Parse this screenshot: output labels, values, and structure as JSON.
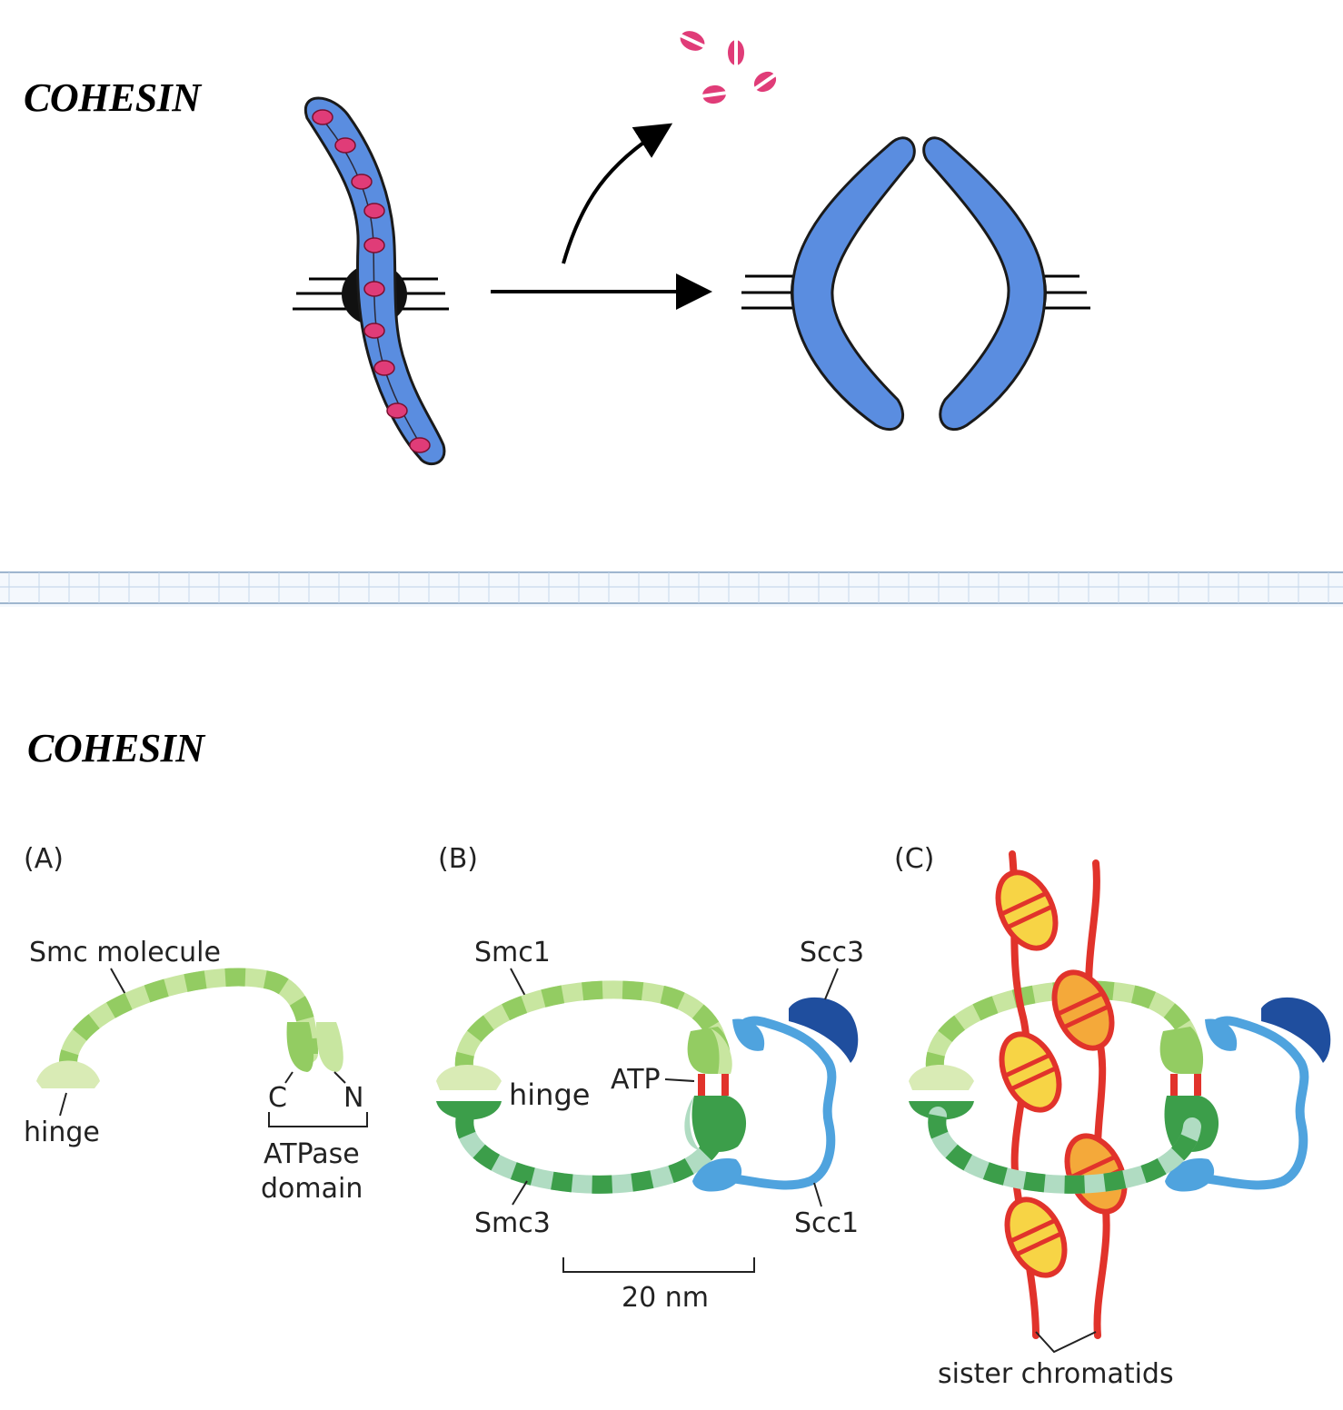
{
  "top_title": "COHESIN",
  "bottom_title": "COHESIN",
  "panels": {
    "a": {
      "label": "(A)",
      "smc_molecule": "Smc molecule",
      "hinge": "hinge",
      "c_terminus": "C",
      "n_terminus": "N",
      "atpase_line1": "ATPase",
      "atpase_line2": "domain"
    },
    "b": {
      "label": "(B)",
      "smc1": "Smc1",
      "smc3": "Smc3",
      "scc3": "Scc3",
      "scc1": "Scc1",
      "hinge": "hinge",
      "atp": "ATP",
      "scale_bar": "20 nm"
    },
    "c": {
      "label": "(C)",
      "sister_chromatids": "sister chromatids"
    }
  },
  "colors": {
    "chromosome_blue": "#5a8de0",
    "cohesin_pink": "#e03c78",
    "smc1_light": "#c8e6a0",
    "smc1_mid": "#93cc62",
    "smc3_dark": "#3c9e4a",
    "smc3_light": "#b0dcc2",
    "scc1_blue": "#4fa3de",
    "scc3_navy": "#1f4e9e",
    "chromatid_red": "#e1332b",
    "nucleosome_yellow": "#f7d445",
    "nucleosome_orange": "#f4a93a"
  }
}
